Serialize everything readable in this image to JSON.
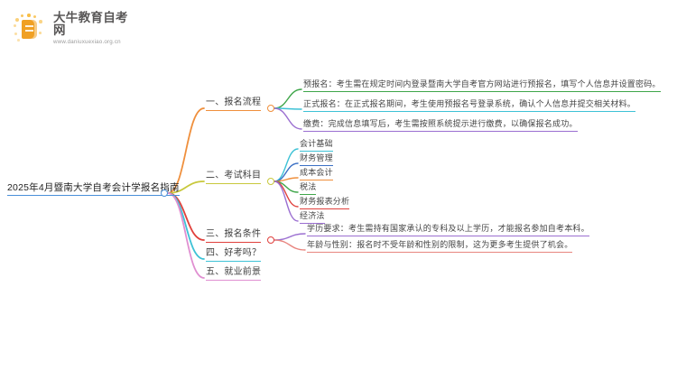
{
  "logo": {
    "title": "大牛教育自考网",
    "url": "www.daniuxuexiao.org.cn",
    "icon": "book-icon"
  },
  "mindmap": {
    "root": {
      "label": "2025年4月暨南大学自考会计学报名指南",
      "color": "#4a90d9"
    },
    "branches": [
      {
        "label": "一、报名流程",
        "color": "#ef8f3c",
        "children": [
          {
            "label": "预报名：考生需在规定时间内登录暨南大学自考官方网站进行预报名，填写个人信息并设置密码。",
            "color": "#3fa64a"
          },
          {
            "label": "正式报名：在正式报名期间，考生使用预报名号登录系统，确认个人信息并提交相关材料。",
            "color": "#3ec2d6"
          },
          {
            "label": "缴费：完成信息填写后，考生需按照系统提示进行缴费，以确保报名成功。",
            "color": "#9b6fd1"
          }
        ]
      },
      {
        "label": "二、考试科目",
        "color": "#c8c83c",
        "children": [
          {
            "label": "会计基础",
            "color": "#3ec2d6"
          },
          {
            "label": "财务管理",
            "color": "#3a6fc4"
          },
          {
            "label": "成本会计",
            "color": "#ef8f3c"
          },
          {
            "label": "税法",
            "color": "#3fa64a"
          },
          {
            "label": "财务报表分析",
            "color": "#e0403c"
          },
          {
            "label": "经济法",
            "color": "#9b6fd1"
          }
        ]
      },
      {
        "label": "三、报名条件",
        "color": "#e0403c",
        "children": [
          {
            "label": "学历要求：考生需持有国家承认的专科及以上学历，才能报名参加自考本科。",
            "color": "#9b6fd1"
          },
          {
            "label": "年龄与性别：报名时不受年龄和性别的限制，这为更多考生提供了机会。",
            "color": "#e8857f"
          }
        ]
      },
      {
        "label": "四、好考吗？",
        "color": "#3ec2d6",
        "children": []
      },
      {
        "label": "五、就业前景",
        "color": "#e08fd1",
        "children": []
      }
    ]
  }
}
